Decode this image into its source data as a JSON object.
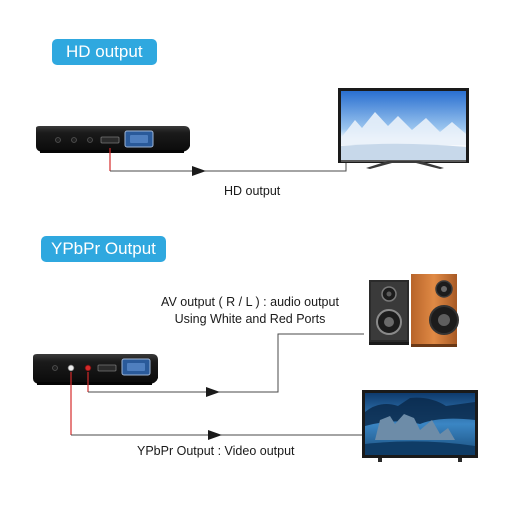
{
  "sections": {
    "hd": {
      "badge": "HD output",
      "caption": "HD output"
    },
    "ypbpr": {
      "badge": "YPbPr Output",
      "audio_caption_line1": "AV output ( R / L ) : audio output",
      "audio_caption_line2": "Using White and Red Ports",
      "video_caption": "YPbPr Output : Video output"
    }
  },
  "colors": {
    "badge": "#2fa8df",
    "connector_line": "#4a4a4a",
    "port_red": "#d42a2a",
    "device_body": "#141414"
  },
  "icons": [
    "media-player-device-icon",
    "tv-icon",
    "speaker-icon",
    "arrow-icon"
  ]
}
